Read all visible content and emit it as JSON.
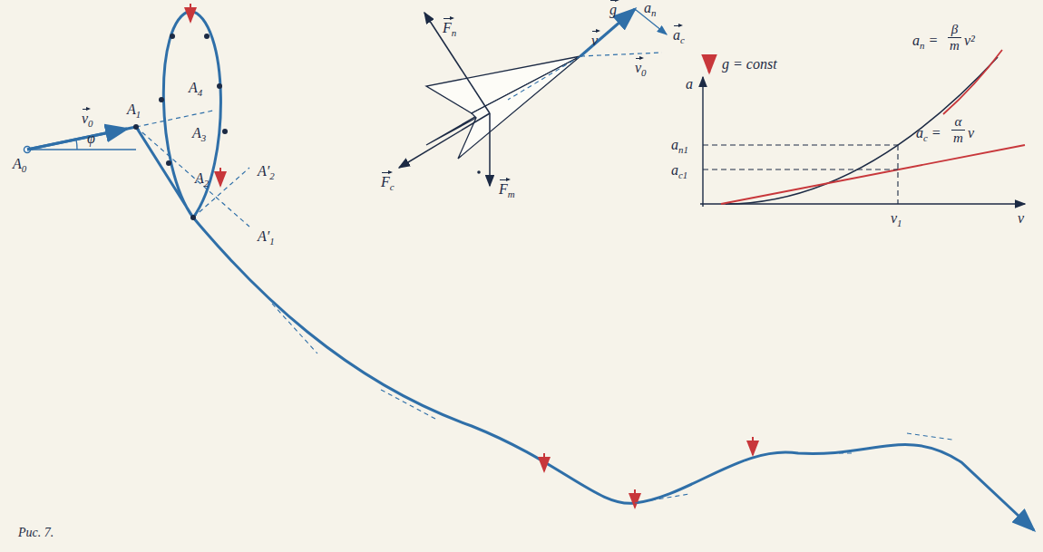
{
  "diagram": {
    "caption": "Рис. 7.",
    "labels": [
      "A0",
      "A1",
      "A2",
      "A3",
      "A4",
      "A′1",
      "A′2",
      "v0",
      "φ",
      "Fп",
      "Fс",
      "Fт",
      "g",
      "v",
      "an",
      "ac",
      "v0",
      "g = const",
      "a",
      "v",
      "an =",
      "β",
      "m",
      "v²",
      "ac =",
      "α",
      "m",
      "v",
      "an1",
      "ac1",
      "v1"
    ]
  }
}
